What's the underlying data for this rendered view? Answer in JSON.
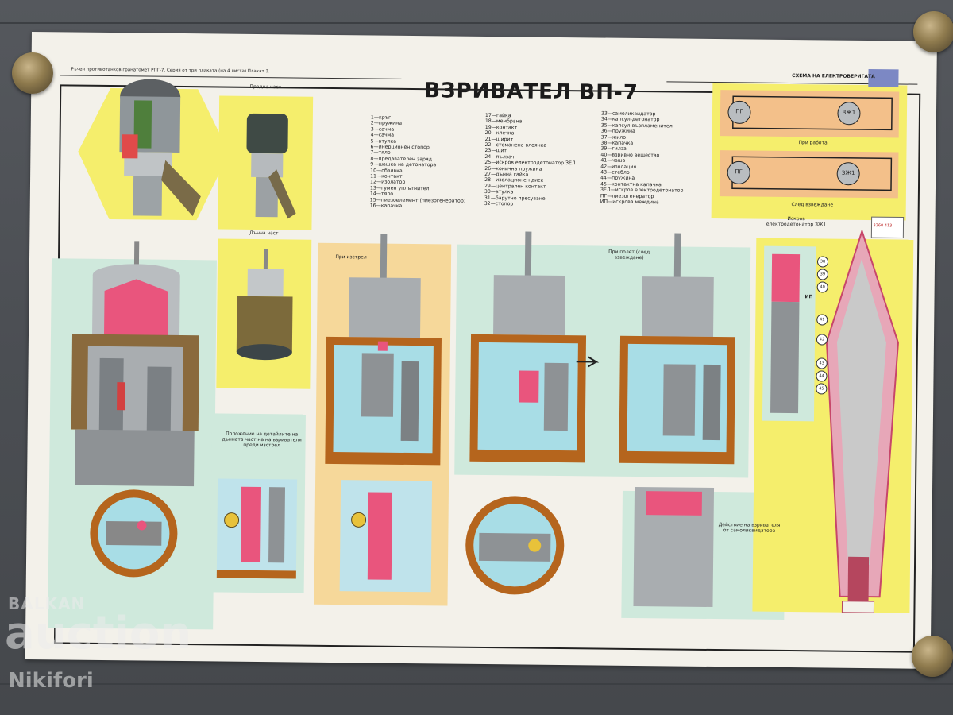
{
  "poster": {
    "title": "ВЗРИВАТЕЛ ВП-7",
    "header_note": "Ръчен противотанков гранатомет РПГ-7. Серия от три плаката (на 4 листа) Плакат 3.",
    "legend_col1": [
      "1—кръг",
      "2—пружина",
      "3—сачма",
      "4—сачма",
      "5—втулка",
      "6—инерционен стопор",
      "7—тяло",
      "8—предавателен заряд",
      "9—шашка на детонатора",
      "10—обвивка",
      "11—контакт",
      "12—изолатор",
      "13—гумен уплътнител",
      "14—тяло",
      "15—пиезоелемент (пиезогенератор)",
      "16—капачка"
    ],
    "legend_col2": [
      "17—гайка",
      "18—мембрана",
      "19—контакт",
      "20—клечка",
      "21—щирит",
      "22—стоманена влоянка",
      "23—щит",
      "24—пълзач",
      "25—искров електродетонатор ЗЕЛ",
      "26—конична пружина",
      "27—дънна гайка",
      "28—изолационен диск",
      "29—централен контакт",
      "30—втулка",
      "31—барутно пресуване",
      "32—стопор"
    ],
    "legend_col3": [
      "33—самоликвидатор",
      "34—капсул-детонатор",
      "35—капсул-възпламенител",
      "36—пружина",
      "37—жило",
      "38—капачка",
      "39—гилза",
      "40—взривно вещество",
      "41—чаша",
      "42—изолация",
      "43—стебло",
      "44—пружина",
      "45—контактна капачка",
      "ЗЕЛ—искров електродетонатор",
      "ПГ—пиезогенератор",
      "ИП—искрова междина"
    ],
    "electric": {
      "title": "СХЕМА НА ЕЛЕКТРОВЕРИГАТА",
      "pg": "ПГ",
      "zhk": "ЗЖ1",
      "caption_work": "При работа",
      "caption_armed": "След взвеждане"
    },
    "labels": {
      "front": "Предна част",
      "back": "Дънна част",
      "shot": "При изстрел",
      "flight": "При полет (след взвеждане)",
      "position": "Положение на детайлите на дънната част на на взривателя преди изстрел",
      "self_destruct": "Действие на взривателя от самоликвидатора",
      "spark": "Искров електродетонатор ЗЖ1",
      "ip": "ИП"
    },
    "detail_numbers": [
      "38",
      "39",
      "40",
      "41",
      "42",
      "43",
      "44",
      "45"
    ],
    "stamp_text": "3260  413",
    "watermark": {
      "line1": "BALKAN",
      "line2": "auction",
      "line3": "Nikifori"
    }
  },
  "colors": {
    "yellow": "#f5ee6c",
    "mint": "#cfe9dc",
    "peach": "#f6d89a",
    "rust": "#b5651d",
    "cyan": "#a8dde6",
    "pink": "#e9557d",
    "grey": "#a9adb0",
    "olive": "#7c6a3b"
  }
}
